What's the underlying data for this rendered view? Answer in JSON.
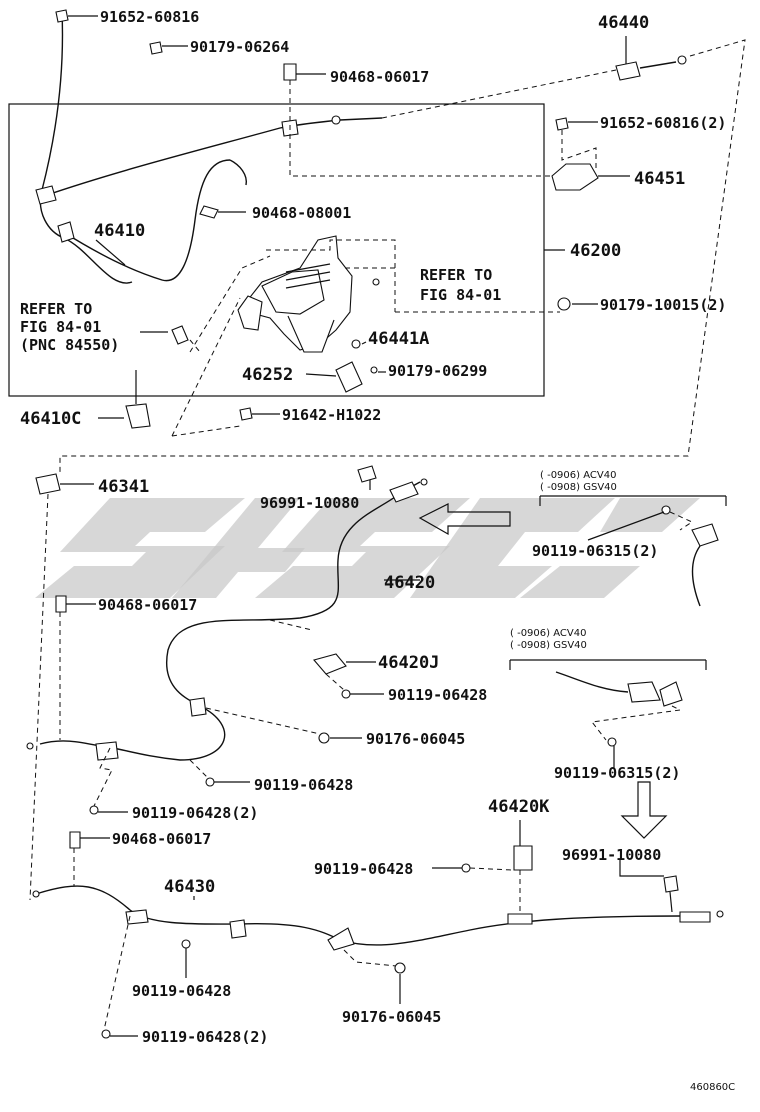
{
  "diagram": {
    "labels": {
      "l_91652_60816_top": "91652-60816",
      "l_90179_06264": "90179-06264",
      "l_90468_06017_a": "90468-06017",
      "l_46440": "46440",
      "l_91652_60816_2": "91652-60816(2)",
      "l_46451": "46451",
      "l_46410": "46410",
      "l_90468_08001": "90468-08001",
      "l_46200": "46200",
      "l_refer_to_a1": "REFER TO",
      "l_fig_84_01_a": "FIG 84-01",
      "l_refer_to_b1": "REFER TO",
      "l_fig_84_01_b": "FIG 84-01",
      "l_pnc_84550": "(PNC 84550)",
      "l_90179_10015_2": "90179-10015(2)",
      "l_46441a": "46441A",
      "l_46252": "46252",
      "l_90179_06299": "90179-06299",
      "l_46410c": "46410C",
      "l_91642_h1022": "91642-H1022",
      "l_46341": "46341",
      "l_96991_10080_a": "96991-10080",
      "l_note_a1": "(  -0906) ACV40",
      "l_note_a2": "(  -0908) GSV40",
      "l_90119_06315_2a": "90119-06315(2)",
      "l_46420": "46420",
      "l_90468_06017_b": "90468-06017",
      "l_46420j": "46420J",
      "l_note_b1": "(  -0906) ACV40",
      "l_note_b2": "(  -0908) GSV40",
      "l_90119_06428_a": "90119-06428",
      "l_90176_06045_a": "90176-06045",
      "l_90119_06428_b": "90119-06428",
      "l_90119_06315_2b": "90119-06315(2)",
      "l_90119_06428_2a": "90119-06428(2)",
      "l_46420k": "46420K",
      "l_90468_06017_c": "90468-06017",
      "l_96991_10080_b": "96991-10080",
      "l_90119_06428_c": "90119-06428",
      "l_46430": "46430",
      "l_90119_06428_d": "90119-06428",
      "l_90176_06045_b": "90176-06045",
      "l_90119_06428_2b": "90119-06428(2)",
      "l_footer": "460860C"
    }
  }
}
